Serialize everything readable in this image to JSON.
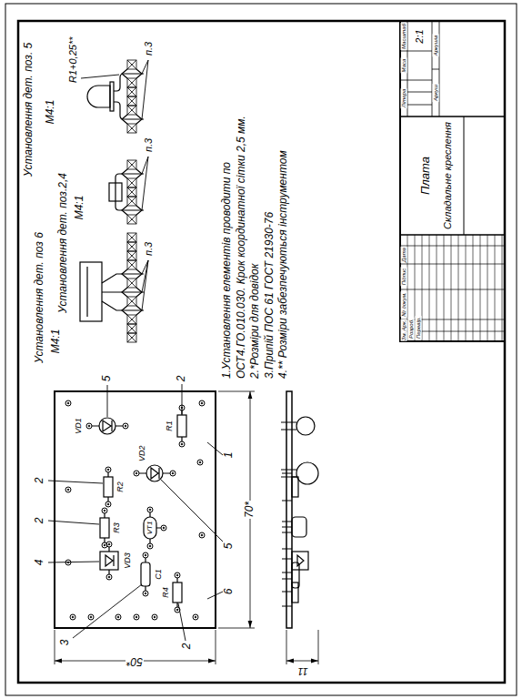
{
  "diagram": {
    "labels": [
      "Установлення дет. поз 6",
      "М4:1",
      "Установлення дет. поз.2,4",
      "М4:1",
      "Установлення дет. поз. 5",
      "М4:1",
      "R1+0,25**",
      "п.3",
      "п.3",
      "п.3",
      "1.Установлення елементів проводити по ОСТ4.ГО.010.030. Крок координатної сітки 2,5 мм.",
      "2.*Розміри для довідок",
      "3.Припій ПОС 61 ГОСТ 21930-76",
      "4.** Розміри забезпечуються інструментом",
      "VD1",
      "R1",
      "VD2",
      "R2",
      "R3",
      "VT1",
      "VD3",
      "C1",
      "R4",
      "5",
      "2",
      "2",
      "2",
      "4",
      "3",
      "2",
      "6",
      "5",
      "1",
      "70*",
      "50*",
      "11",
      "Плата",
      "Складальне креслення",
      "Літера",
      "Маса",
      "Масштаб",
      "2:1",
      "Аркуш",
      "Аркушів",
      "Зм.",
      "Арк.",
      "№ докум.",
      "Підпис",
      "Дата",
      "Розроб.",
      "Перевір."
    ]
  }
}
